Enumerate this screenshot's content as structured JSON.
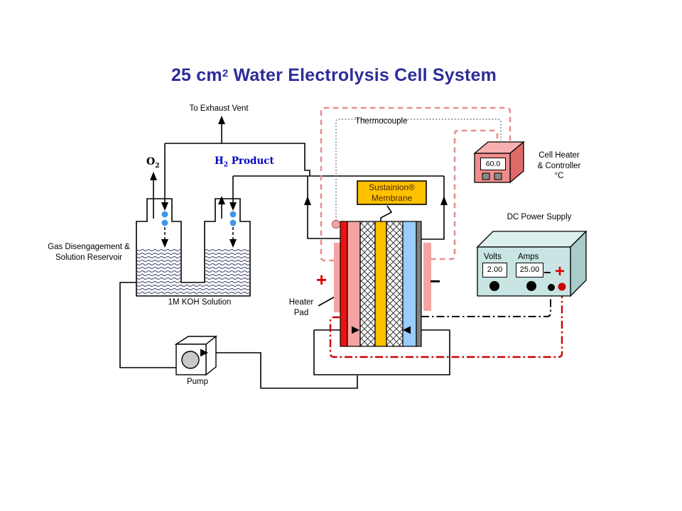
{
  "title": {
    "part1": "25 cm",
    "sup": "2",
    "part2": " Water Electrolysis Cell System"
  },
  "vent": {
    "label": "To Exhaust Vent"
  },
  "gases": {
    "o2_symbol": "O",
    "o2_sub": "2",
    "h2_symbol": "H",
    "h2_sub": "2",
    "h2_suffix": " Product"
  },
  "reservoir": {
    "label_line1": "Gas Disengagement &",
    "label_line2": "Solution Reservoir",
    "solution": "1M KOH Solution"
  },
  "thermocouple": {
    "label": "Thermocouple"
  },
  "membrane": {
    "line1": "Sustainion®",
    "line2": "Membrane"
  },
  "heater_pad": {
    "line1": "Heater",
    "line2": "Pad"
  },
  "electrodes": {
    "anode_sign": "+",
    "cathode_sign": "−"
  },
  "pump": {
    "label": "Pump"
  },
  "controller": {
    "display": "60.0",
    "label_line1": "Cell Heater",
    "label_line2": "& Controller",
    "label_line3": "°C"
  },
  "power_supply": {
    "label": "DC Power Supply",
    "volts_label": "Volts",
    "amps_label": "Amps",
    "volts_value": "2.00",
    "amps_value": "25.00",
    "minus": "−",
    "plus": "+"
  },
  "colors": {
    "title_navy": "#2D2D99",
    "h2_text_blue": "#0000BB",
    "heater_wire_salmon": "#E98F8F",
    "power_wire_red": "#CC0000",
    "membrane_gold": "#FFC000",
    "anode_red": "#EE1111",
    "pad_pink": "#F5A3A3",
    "cathode_blue": "#99CCFF",
    "endplate_gray": "#808080",
    "controller_pink": "#F28C8C",
    "supply_teal": "#C9E5E3",
    "bubble_blue": "#3E97E8"
  }
}
